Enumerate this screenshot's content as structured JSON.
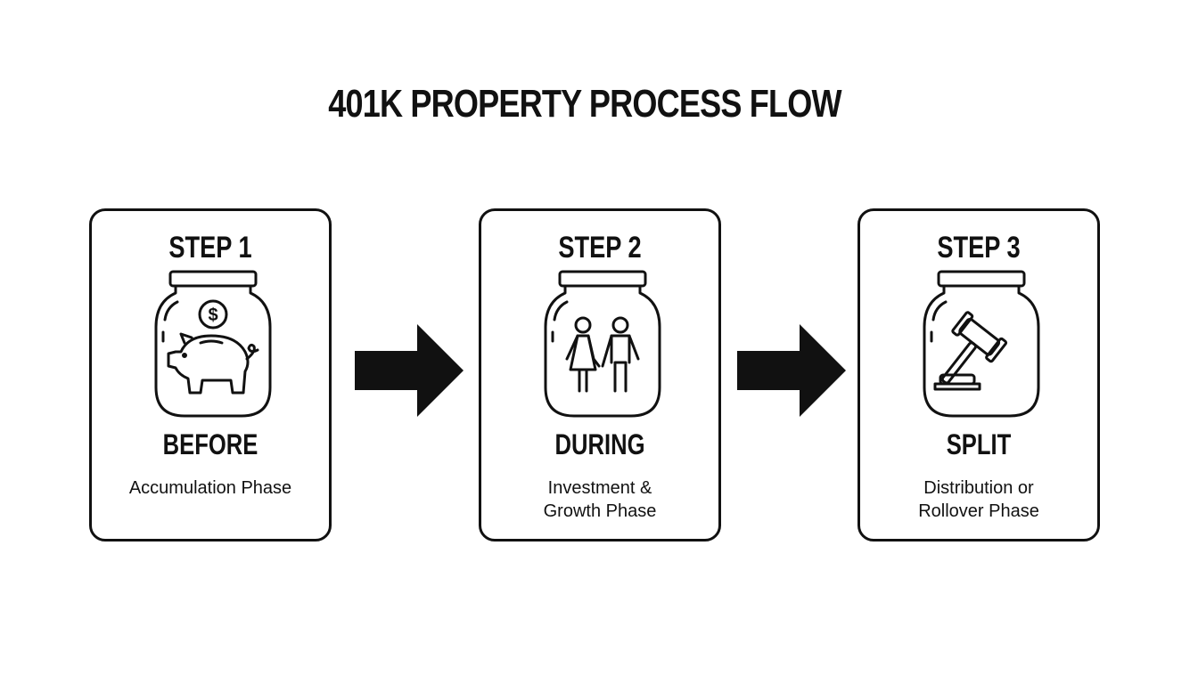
{
  "title": "401K PROPERTY PROCESS FLOW",
  "steps": [
    {
      "step": "STEP 1",
      "phase": "BEFORE",
      "description": "Accumulation Phase",
      "icon": "piggy-bank-icon"
    },
    {
      "step": "STEP 2",
      "phase": "DURING",
      "description": "Investment &\nGrowth Phase",
      "icon": "couple-icon"
    },
    {
      "step": "STEP 3",
      "phase": "SPLIT",
      "description": "Distribution or\nRollover Phase",
      "icon": "gavel-icon"
    }
  ],
  "colors": {
    "stroke": "#111111",
    "background": "#ffffff"
  }
}
